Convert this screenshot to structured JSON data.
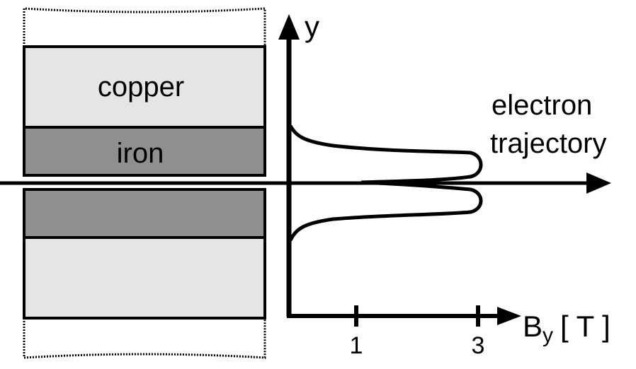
{
  "labels": {
    "copper": "copper",
    "iron": "iron",
    "electron_line1": "electron",
    "electron_line2": "trajectory",
    "y_axis": "y",
    "x_axis_main": "B",
    "x_axis_sub": "y",
    "x_axis_unit": "[ T ]",
    "tick_1": "1",
    "tick_3": "3"
  },
  "colors": {
    "copper": "#e5e5e5",
    "iron": "#8f8f8f",
    "stroke": "#000000",
    "background": "#ffffff"
  }
}
